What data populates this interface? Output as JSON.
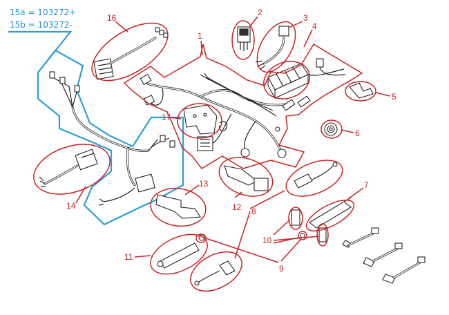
{
  "legend": {
    "line_a": "15a = 103272+",
    "line_b": "15b = 103272-"
  },
  "callouts": {
    "c1": "1",
    "c2": "2",
    "c3": "3",
    "c4": "4",
    "c5": "5",
    "c6": "6",
    "c7": "7",
    "c8": "8",
    "c9": "9",
    "c10": "10",
    "c11": "11",
    "c12": "12",
    "c13": "13",
    "c14": "14",
    "c16": "16",
    "c17": "17"
  },
  "colors": {
    "callout": "#cc1f1f",
    "legend": "#1a8fd6",
    "outline": "#2a9fd8",
    "drawing": "#222222"
  }
}
